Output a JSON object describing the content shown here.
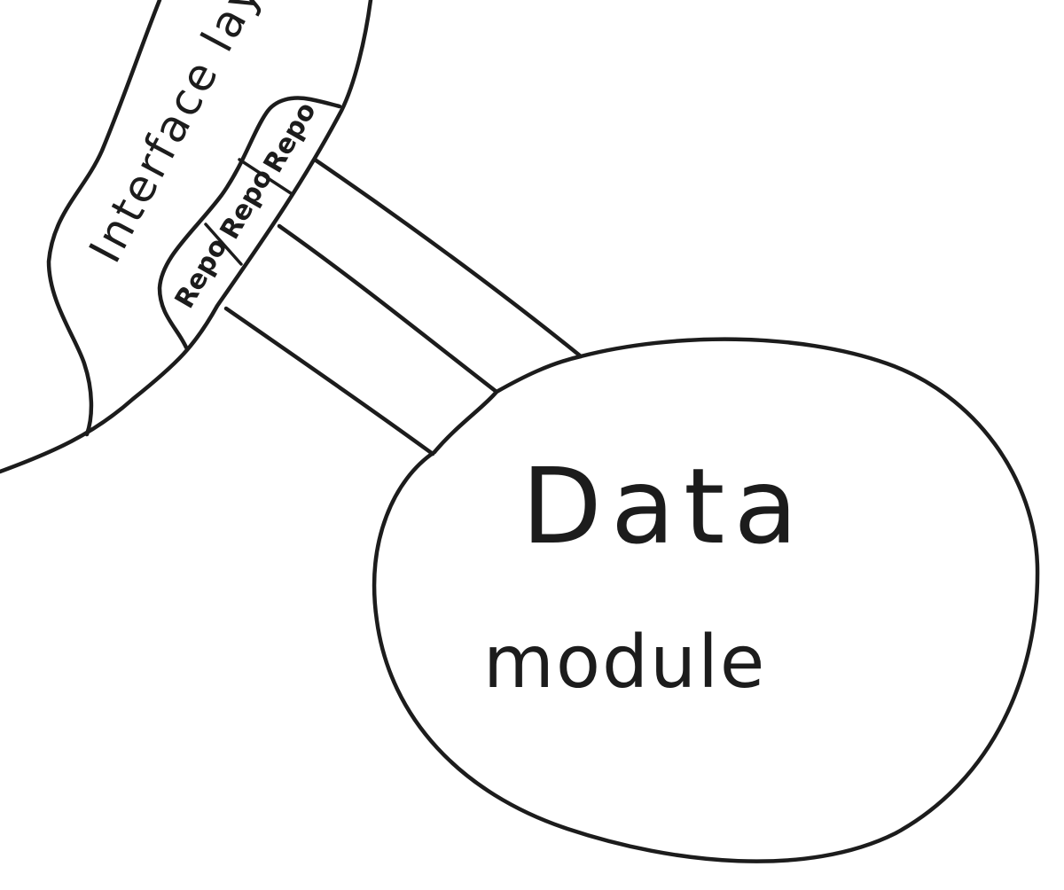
{
  "diagram": {
    "interface_layer": {
      "label": "Interface layer"
    },
    "repos": [
      {
        "label": "Repo"
      },
      {
        "label": "Repo"
      },
      {
        "label": "Repo"
      }
    ],
    "data_module": {
      "title": "Data",
      "subtitle": "module"
    },
    "colors": {
      "ink": "#1c1c1c",
      "paper": "#ffffff"
    }
  }
}
